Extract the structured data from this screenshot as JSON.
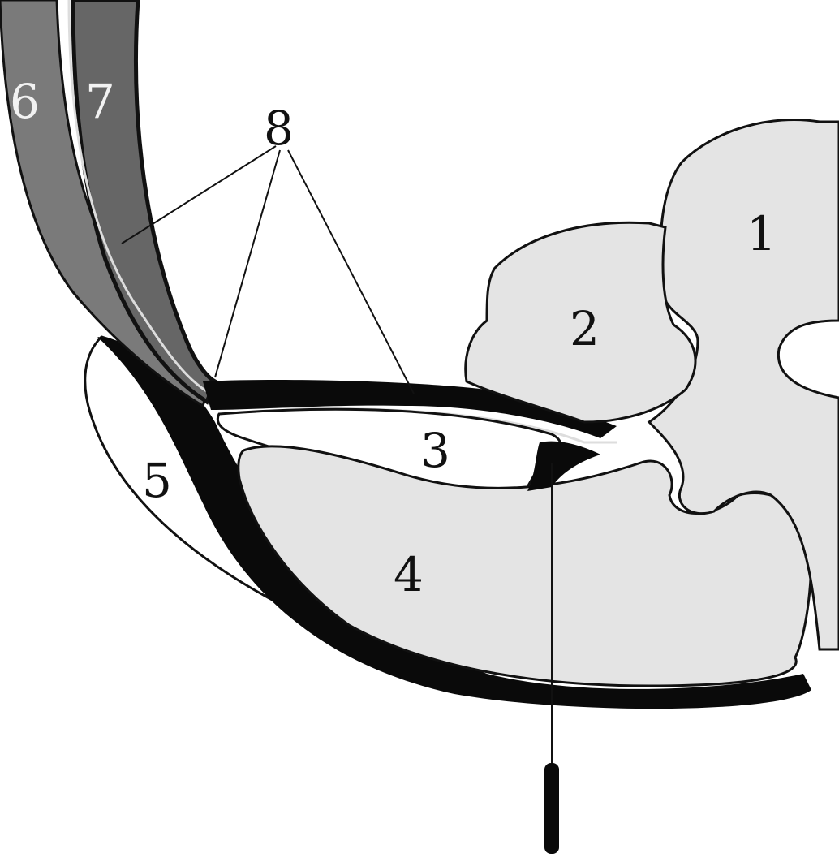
{
  "diagram": {
    "labels": {
      "l1": "1",
      "l2": "2",
      "l3": "3",
      "l4": "4",
      "l5": "5",
      "l6": "6",
      "l7": "7",
      "l8": "8"
    },
    "colors": {
      "tissue_light": "#e4e4e4",
      "band_dark": "#6e6e6e",
      "black_layer": "#0a0a0a",
      "background": "#ffffff"
    }
  }
}
